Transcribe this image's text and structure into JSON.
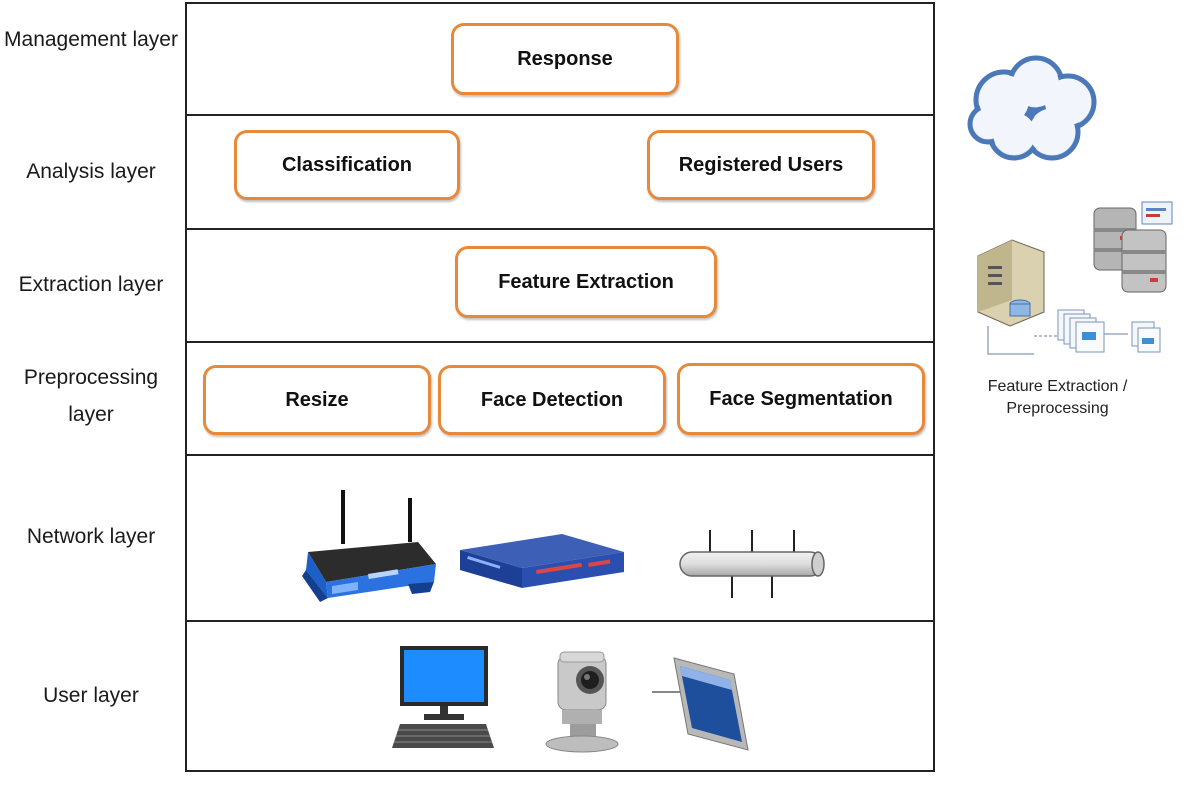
{
  "layers": [
    {
      "label": "Management layer"
    },
    {
      "label": "Analysis layer"
    },
    {
      "label": "Extraction layer"
    },
    {
      "label": "Preprocessing layer"
    },
    {
      "label": "Network layer"
    },
    {
      "label": "User layer"
    }
  ],
  "boxes": {
    "response": "Response",
    "classification": "Classification",
    "registered_users": "Registered Users",
    "feature_extraction": "Feature Extraction",
    "resize": "Resize",
    "face_detection": "Face Detection",
    "face_segmentation": "Face Segmentation"
  },
  "side_caption": "Feature Extraction / Preprocessing",
  "icons": {
    "cloud": "cloud-icon",
    "servers": "server-icon",
    "router": "wireless-router-icon",
    "switch": "network-switch-icon",
    "bus": "network-bus-icon",
    "computer": "computer-icon",
    "camera": "webcam-icon",
    "tablet": "tablet-icon"
  },
  "colors": {
    "box_border": "#e8893a",
    "band_border": "#222222",
    "cloud_stroke": "#4a78b8"
  }
}
